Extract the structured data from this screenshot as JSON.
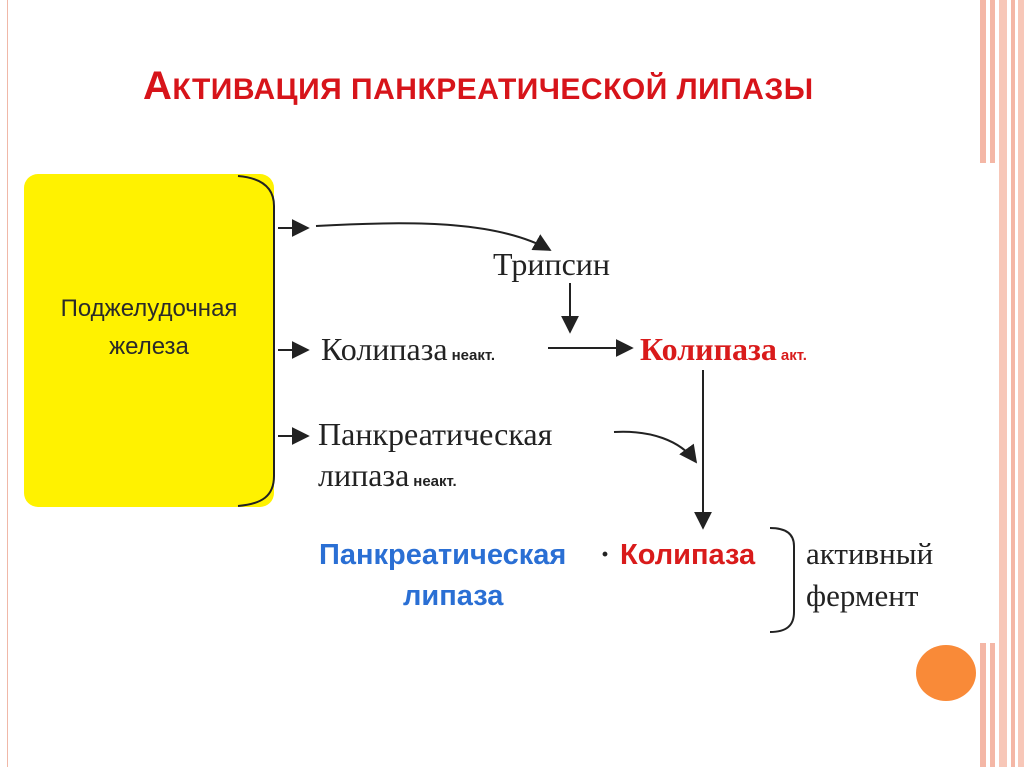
{
  "title": {
    "first_letter": "А",
    "rest": "КТИВАЦИЯ ПАНКРЕАТИЧЕСКОЙ ЛИПАЗЫ"
  },
  "diagram": {
    "gland": {
      "line1": "Поджелудочная",
      "line2": "железа"
    },
    "trypsin": "Трипсин",
    "colipase_inactive": {
      "name": "Колипаза",
      "state": "неакт."
    },
    "colipase_active": {
      "name": "Колипаза",
      "state": "акт."
    },
    "lipase_inactive": {
      "line1": "Панкреатическая",
      "line2": "липаза",
      "state": "неакт."
    },
    "complex": {
      "lipase_line1": "Панкреатическая",
      "lipase_line2": "липаза",
      "separator": "·",
      "colipase": "Колипаза"
    },
    "result": {
      "line1": "активный",
      "line2": "фермент"
    }
  },
  "colors": {
    "title": "#d7141a",
    "gland_fill": "#fff200",
    "active_colipase": "#d91b1b",
    "active_lipase": "#2a6fd4",
    "accent_dot": "#f98a38"
  }
}
